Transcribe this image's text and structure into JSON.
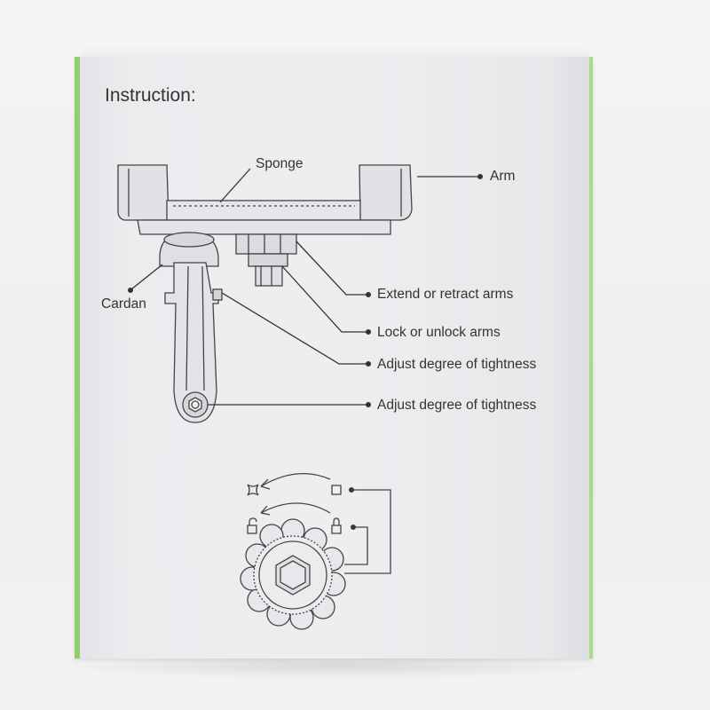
{
  "instruction_title": "Instruction:",
  "labels": {
    "sponge": "Sponge",
    "arm": "Arm",
    "cardan": "Cardan",
    "extend": "Extend or retract arms",
    "lock": "Lock or unlock arms",
    "adjust1": "Adjust degree of tightness",
    "adjust2": "Adjust degree of tightness"
  },
  "colors": {
    "box_face": "#eeeef1",
    "box_edge_green": "#8fd06a",
    "line_art": "#444444",
    "text": "#333333"
  },
  "icons": [
    "lock-open-icon",
    "lock-closed-icon",
    "rotate-arrow-icon"
  ]
}
